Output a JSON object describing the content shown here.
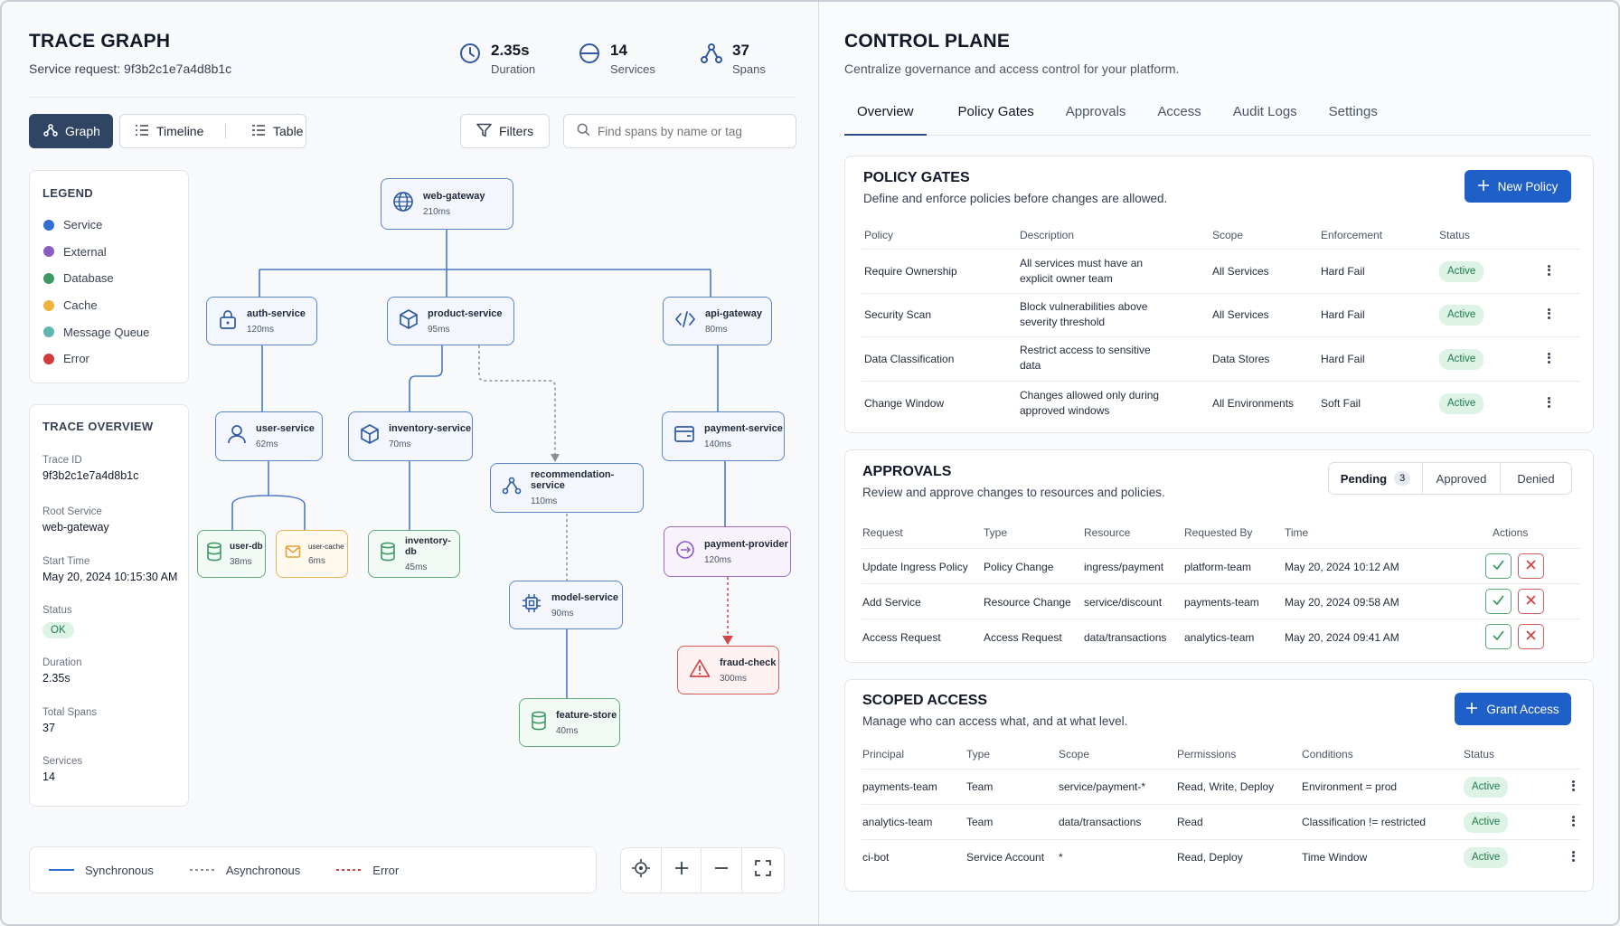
{
  "trace": {
    "title": "TRACE GRAPH",
    "request_label": "Service request: 9f3b2c1e7a4d8b1c",
    "stats": [
      {
        "icon": "clock-icon",
        "value": "2.35s",
        "label": "Duration"
      },
      {
        "icon": "services-icon",
        "value": "14",
        "label": "Services"
      },
      {
        "icon": "spans-icon",
        "value": "37",
        "label": "Spans"
      }
    ],
    "views": {
      "graph": "Graph",
      "timeline": "Timeline",
      "table": "Table"
    },
    "filters_label": "Filters",
    "search_placeholder": "Find spans by name or tag",
    "legend": {
      "title": "LEGEND",
      "items": [
        {
          "label": "Service",
          "color": "#2f6fd0"
        },
        {
          "label": "External",
          "color": "#8b5cc2"
        },
        {
          "label": "Database",
          "color": "#3e9a64"
        },
        {
          "label": "Cache",
          "color": "#f0b33f"
        },
        {
          "label": "Message Queue",
          "color": "#5fb7b0"
        },
        {
          "label": "Error",
          "color": "#d23b3b"
        }
      ]
    },
    "overview": {
      "title": "TRACE OVERVIEW",
      "fields": [
        {
          "label": "Trace ID",
          "value": "9f3b2c1e7a4d8b1c"
        },
        {
          "label": "Root Service",
          "value": "web-gateway"
        },
        {
          "label": "Start Time",
          "value": "May 20, 2024 10:15:30 AM"
        },
        {
          "label": "Status",
          "value": "OK"
        },
        {
          "label": "Duration",
          "value": "2.35s"
        },
        {
          "label": "Total Spans",
          "value": "37"
        },
        {
          "label": "Services",
          "value": "14"
        }
      ]
    },
    "nodes": {
      "web_gateway": {
        "name": "web-gateway",
        "time": "210ms"
      },
      "auth_service": {
        "name": "auth-service",
        "time": "120ms"
      },
      "product_service": {
        "name": "product-service",
        "time": "95ms"
      },
      "api_gateway": {
        "name": "api-gateway",
        "time": "80ms"
      },
      "user_service": {
        "name": "user-service",
        "time": "62ms"
      },
      "inventory_service": {
        "name": "inventory-service",
        "time": "70ms"
      },
      "payment_service": {
        "name": "payment-service",
        "time": "140ms"
      },
      "recommendation_service": {
        "name": "recommendation-service",
        "time": "110ms"
      },
      "user_db": {
        "name": "user-db",
        "time": "38ms"
      },
      "user_cache": {
        "name": "user-cache",
        "time": "6ms"
      },
      "inventory_db": {
        "name": "inventory-db",
        "time": "45ms"
      },
      "payment_provider": {
        "name": "payment-provider",
        "time": "120ms"
      },
      "model_service": {
        "name": "model-service",
        "time": "90ms"
      },
      "fraud_check": {
        "name": "fraud-check",
        "time": "300ms"
      },
      "feature_store": {
        "name": "feature-store",
        "time": "40ms"
      }
    },
    "line_legend": {
      "sync": "Synchronous",
      "async": "Asynchronous",
      "error": "Error"
    }
  },
  "control": {
    "title": "CONTROL PLANE",
    "subtitle": "Centralize governance and access control for your platform.",
    "tabs": [
      "Overview",
      "Policy Gates",
      "Approvals",
      "Access",
      "Audit Logs",
      "Settings"
    ],
    "policy": {
      "title": "POLICY GATES",
      "subtitle": "Define and enforce policies before changes are allowed.",
      "new_button": "New Policy",
      "headers": [
        "Policy",
        "Description",
        "Scope",
        "Enforcement",
        "Status"
      ],
      "rows": [
        {
          "policy": "Require Ownership",
          "desc1": "All services must have an",
          "desc2": "explicit owner team",
          "scope": "All Services",
          "enforcement": "Hard Fail",
          "status": "Active"
        },
        {
          "policy": "Security Scan",
          "desc1": "Block vulnerabilities above",
          "desc2": "severity threshold",
          "scope": "All Services",
          "enforcement": "Hard Fail",
          "status": "Active"
        },
        {
          "policy": "Data Classification",
          "desc1": "Restrict access to sensitive",
          "desc2": "data",
          "scope": "Data Stores",
          "enforcement": "Hard Fail",
          "status": "Active"
        },
        {
          "policy": "Change Window",
          "desc1": "Changes allowed only during",
          "desc2": "approved windows",
          "scope": "All Environments",
          "enforcement": "Soft Fail",
          "status": "Active"
        }
      ]
    },
    "approvals": {
      "title": "APPROVALS",
      "subtitle": "Review and approve changes to resources and policies.",
      "filters": {
        "pending": "Pending",
        "pending_count": "3",
        "approved": "Approved",
        "denied": "Denied"
      },
      "headers": [
        "Request",
        "Type",
        "Resource",
        "Requested By",
        "Time",
        "Actions"
      ],
      "rows": [
        {
          "request": "Update Ingress Policy",
          "type": "Policy Change",
          "resource": "ingress/payment",
          "by": "platform-team",
          "time": "May 20, 2024 10:12 AM"
        },
        {
          "request": "Add Service",
          "type": "Resource Change",
          "resource": "service/discount",
          "by": "payments-team",
          "time": "May 20, 2024 09:58 AM"
        },
        {
          "request": "Access Request",
          "type": "Access Request",
          "resource": "data/transactions",
          "by": "analytics-team",
          "time": "May 20, 2024 09:41 AM"
        }
      ]
    },
    "access": {
      "title": "SCOPED ACCESS",
      "subtitle": "Manage who can access what, and at what level.",
      "grant_button": "Grant Access",
      "headers": [
        "Principal",
        "Type",
        "Scope",
        "Permissions",
        "Conditions",
        "Status"
      ],
      "rows": [
        {
          "principal": "payments-team",
          "type": "Team",
          "scope": "service/payment-*",
          "permissions": "Read, Write, Deploy",
          "conditions": "Environment = prod",
          "status": "Active"
        },
        {
          "principal": "analytics-team",
          "type": "Team",
          "scope": "data/transactions",
          "permissions": "Read",
          "conditions": "Classification != restricted",
          "status": "Active"
        },
        {
          "principal": "ci-bot",
          "type": "Service Account",
          "scope": "*",
          "permissions": "Read, Deploy",
          "conditions": "Time Window",
          "status": "Active"
        }
      ]
    }
  }
}
